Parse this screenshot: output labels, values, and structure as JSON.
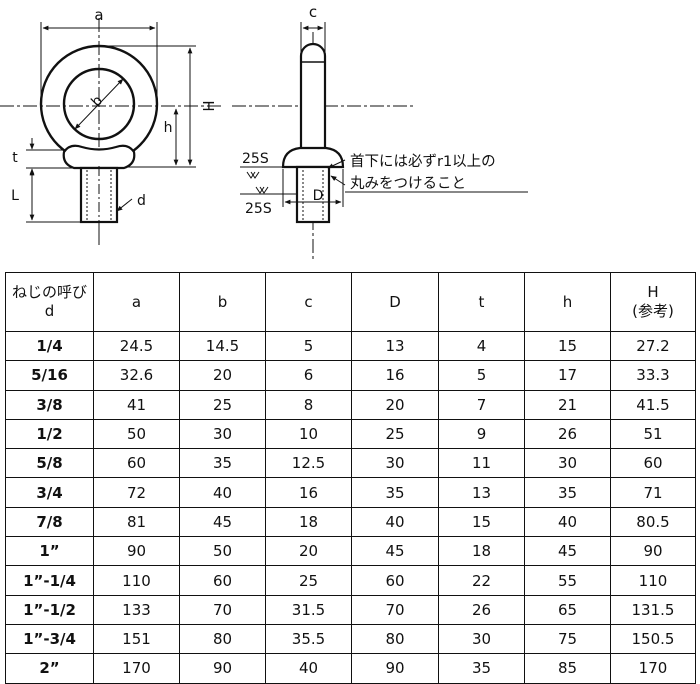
{
  "drawing": {
    "label_a": "a",
    "label_b": "b",
    "label_c": "c",
    "label_H": "H",
    "label_h": "h",
    "label_t": "t",
    "label_L": "L",
    "label_d": "d",
    "label_D": "D",
    "finish_top": "25S",
    "finish_bottom": "25S",
    "note_line1": "首下には必ずr1以上の",
    "note_line2": "丸みをつけること"
  },
  "table": {
    "headers": [
      {
        "line1": "ねじの呼び",
        "line2": "d"
      },
      {
        "line1": "a",
        "line2": ""
      },
      {
        "line1": "b",
        "line2": ""
      },
      {
        "line1": "c",
        "line2": ""
      },
      {
        "line1": "D",
        "line2": ""
      },
      {
        "line1": "t",
        "line2": ""
      },
      {
        "line1": "h",
        "line2": ""
      },
      {
        "line1": "H",
        "line2": "(参考)"
      }
    ],
    "rows": [
      [
        "1/4",
        "24.5",
        "14.5",
        "5",
        "13",
        "4",
        "15",
        "27.2"
      ],
      [
        "5/16",
        "32.6",
        "20",
        "6",
        "16",
        "5",
        "17",
        "33.3"
      ],
      [
        "3/8",
        "41",
        "25",
        "8",
        "20",
        "7",
        "21",
        "41.5"
      ],
      [
        "1/2",
        "50",
        "30",
        "10",
        "25",
        "9",
        "26",
        "51"
      ],
      [
        "5/8",
        "60",
        "35",
        "12.5",
        "30",
        "11",
        "30",
        "60"
      ],
      [
        "3/4",
        "72",
        "40",
        "16",
        "35",
        "13",
        "35",
        "71"
      ],
      [
        "7/8",
        "81",
        "45",
        "18",
        "40",
        "15",
        "40",
        "80.5"
      ],
      [
        "1”",
        "90",
        "50",
        "20",
        "45",
        "18",
        "45",
        "90"
      ],
      [
        "1”-1/4",
        "110",
        "60",
        "25",
        "60",
        "22",
        "55",
        "110"
      ],
      [
        "1”-1/2",
        "133",
        "70",
        "31.5",
        "70",
        "26",
        "65",
        "131.5"
      ],
      [
        "1”-3/4",
        "151",
        "80",
        "35.5",
        "80",
        "30",
        "75",
        "150.5"
      ],
      [
        "2”",
        "170",
        "90",
        "40",
        "90",
        "35",
        "85",
        "170"
      ]
    ]
  }
}
